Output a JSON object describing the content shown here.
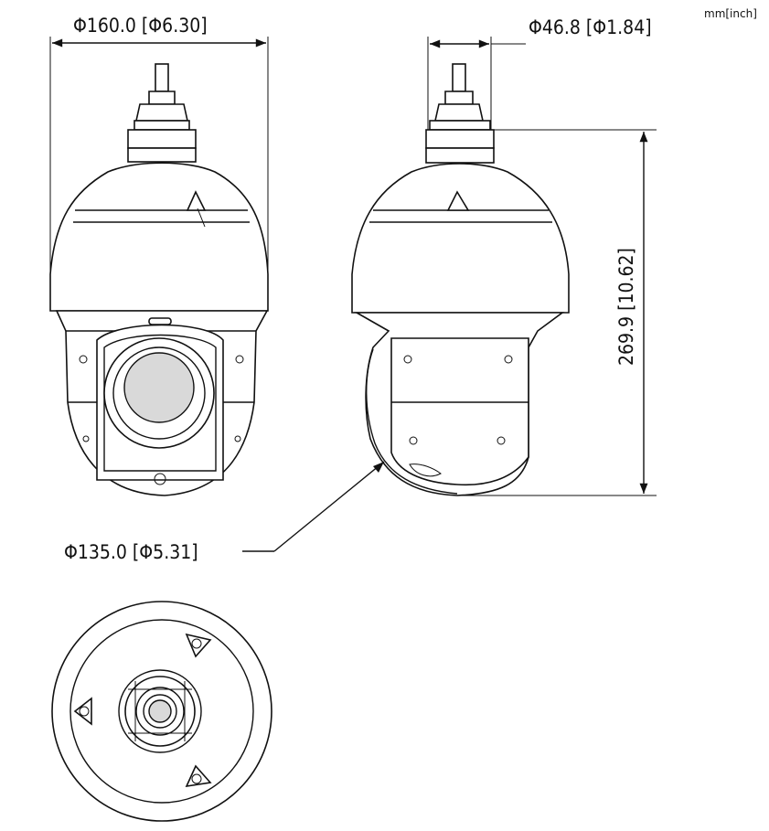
{
  "units_label": "mm[inch]",
  "dimensions": {
    "top_diameter": "Φ160.0 [Φ6.30]",
    "mount_diameter": "Φ46.8 [Φ1.84]",
    "height": "269.9 [10.62]",
    "base_diameter": "Φ135.0 [Φ5.31]"
  },
  "views": [
    "front-view",
    "side-view",
    "bottom-view"
  ]
}
